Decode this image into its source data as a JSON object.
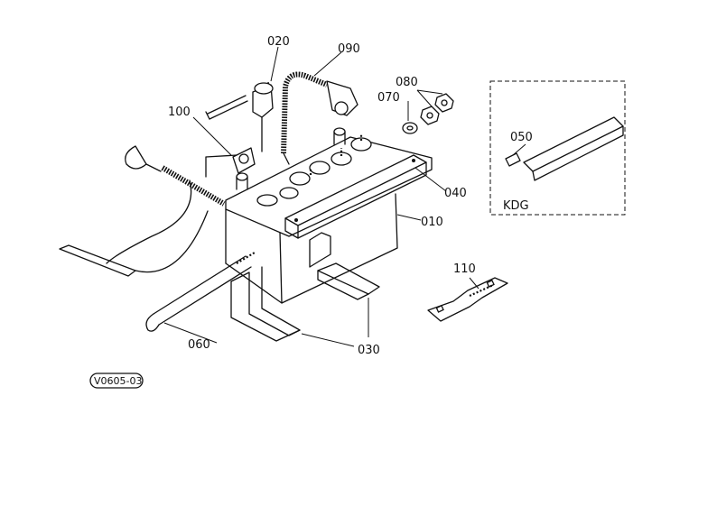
{
  "labels": {
    "p010": "010",
    "p020": "020",
    "p030": "030",
    "p040": "040",
    "p050": "050",
    "p060": "060",
    "p070": "070",
    "p080": "080",
    "p090": "090",
    "p100": "100",
    "p110": "110",
    "kdg": "KDG",
    "figure_code": "V0605-03"
  }
}
